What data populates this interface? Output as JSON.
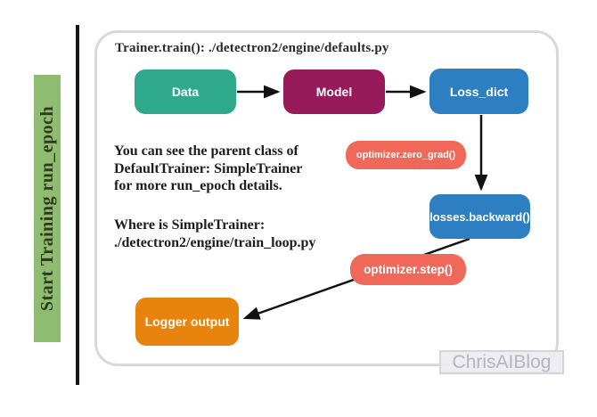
{
  "side_label": {
    "text": "Start Training run_epoch",
    "bg": "#8fbc70"
  },
  "panel": {
    "title": "Trainer.train(): ./detectron2/engine/defaults.py",
    "note1": {
      "line1": "You can see the parent class of",
      "line2_normal": "DefaultTrainer: ",
      "line2_bold": "SimpleTrainer",
      "line3": "for more run_epoch details."
    },
    "note2": {
      "line1": "Where is SimpleTrainer:",
      "line2": "./detectron2/engine/train_loop.py"
    }
  },
  "nodes": {
    "data": {
      "label": "Data",
      "bg": "#2fa98c"
    },
    "model": {
      "label": "Model",
      "bg": "#971b5b"
    },
    "loss_dict": {
      "label": "Loss_dict",
      "bg": "#2e7fc2"
    },
    "zero_grad": {
      "label": "optimizer.zero_grad()",
      "bg": "#f0685a"
    },
    "backward": {
      "label": "losses.backward()",
      "bg": "#2e7fc2"
    },
    "step": {
      "label": "optimizer.step()",
      "bg": "#f0685a"
    },
    "logger": {
      "label": "Logger output",
      "bg": "#e8830d"
    }
  },
  "edges": [
    {
      "from": "Data",
      "to": "Model"
    },
    {
      "from": "Model",
      "to": "Loss_dict"
    },
    {
      "from": "Loss_dict",
      "to": "losses.backward()"
    },
    {
      "from": "losses.backward()",
      "to": "Logger output",
      "passes_behind": "optimizer.step()"
    }
  ],
  "watermark": {
    "text": "ChrisAIBlog"
  },
  "colors": {
    "arrow": "#111111",
    "panel_border": "#d9d9d9",
    "side_label_text": "#2b3d1a",
    "vertical_rule": "#151515"
  }
}
